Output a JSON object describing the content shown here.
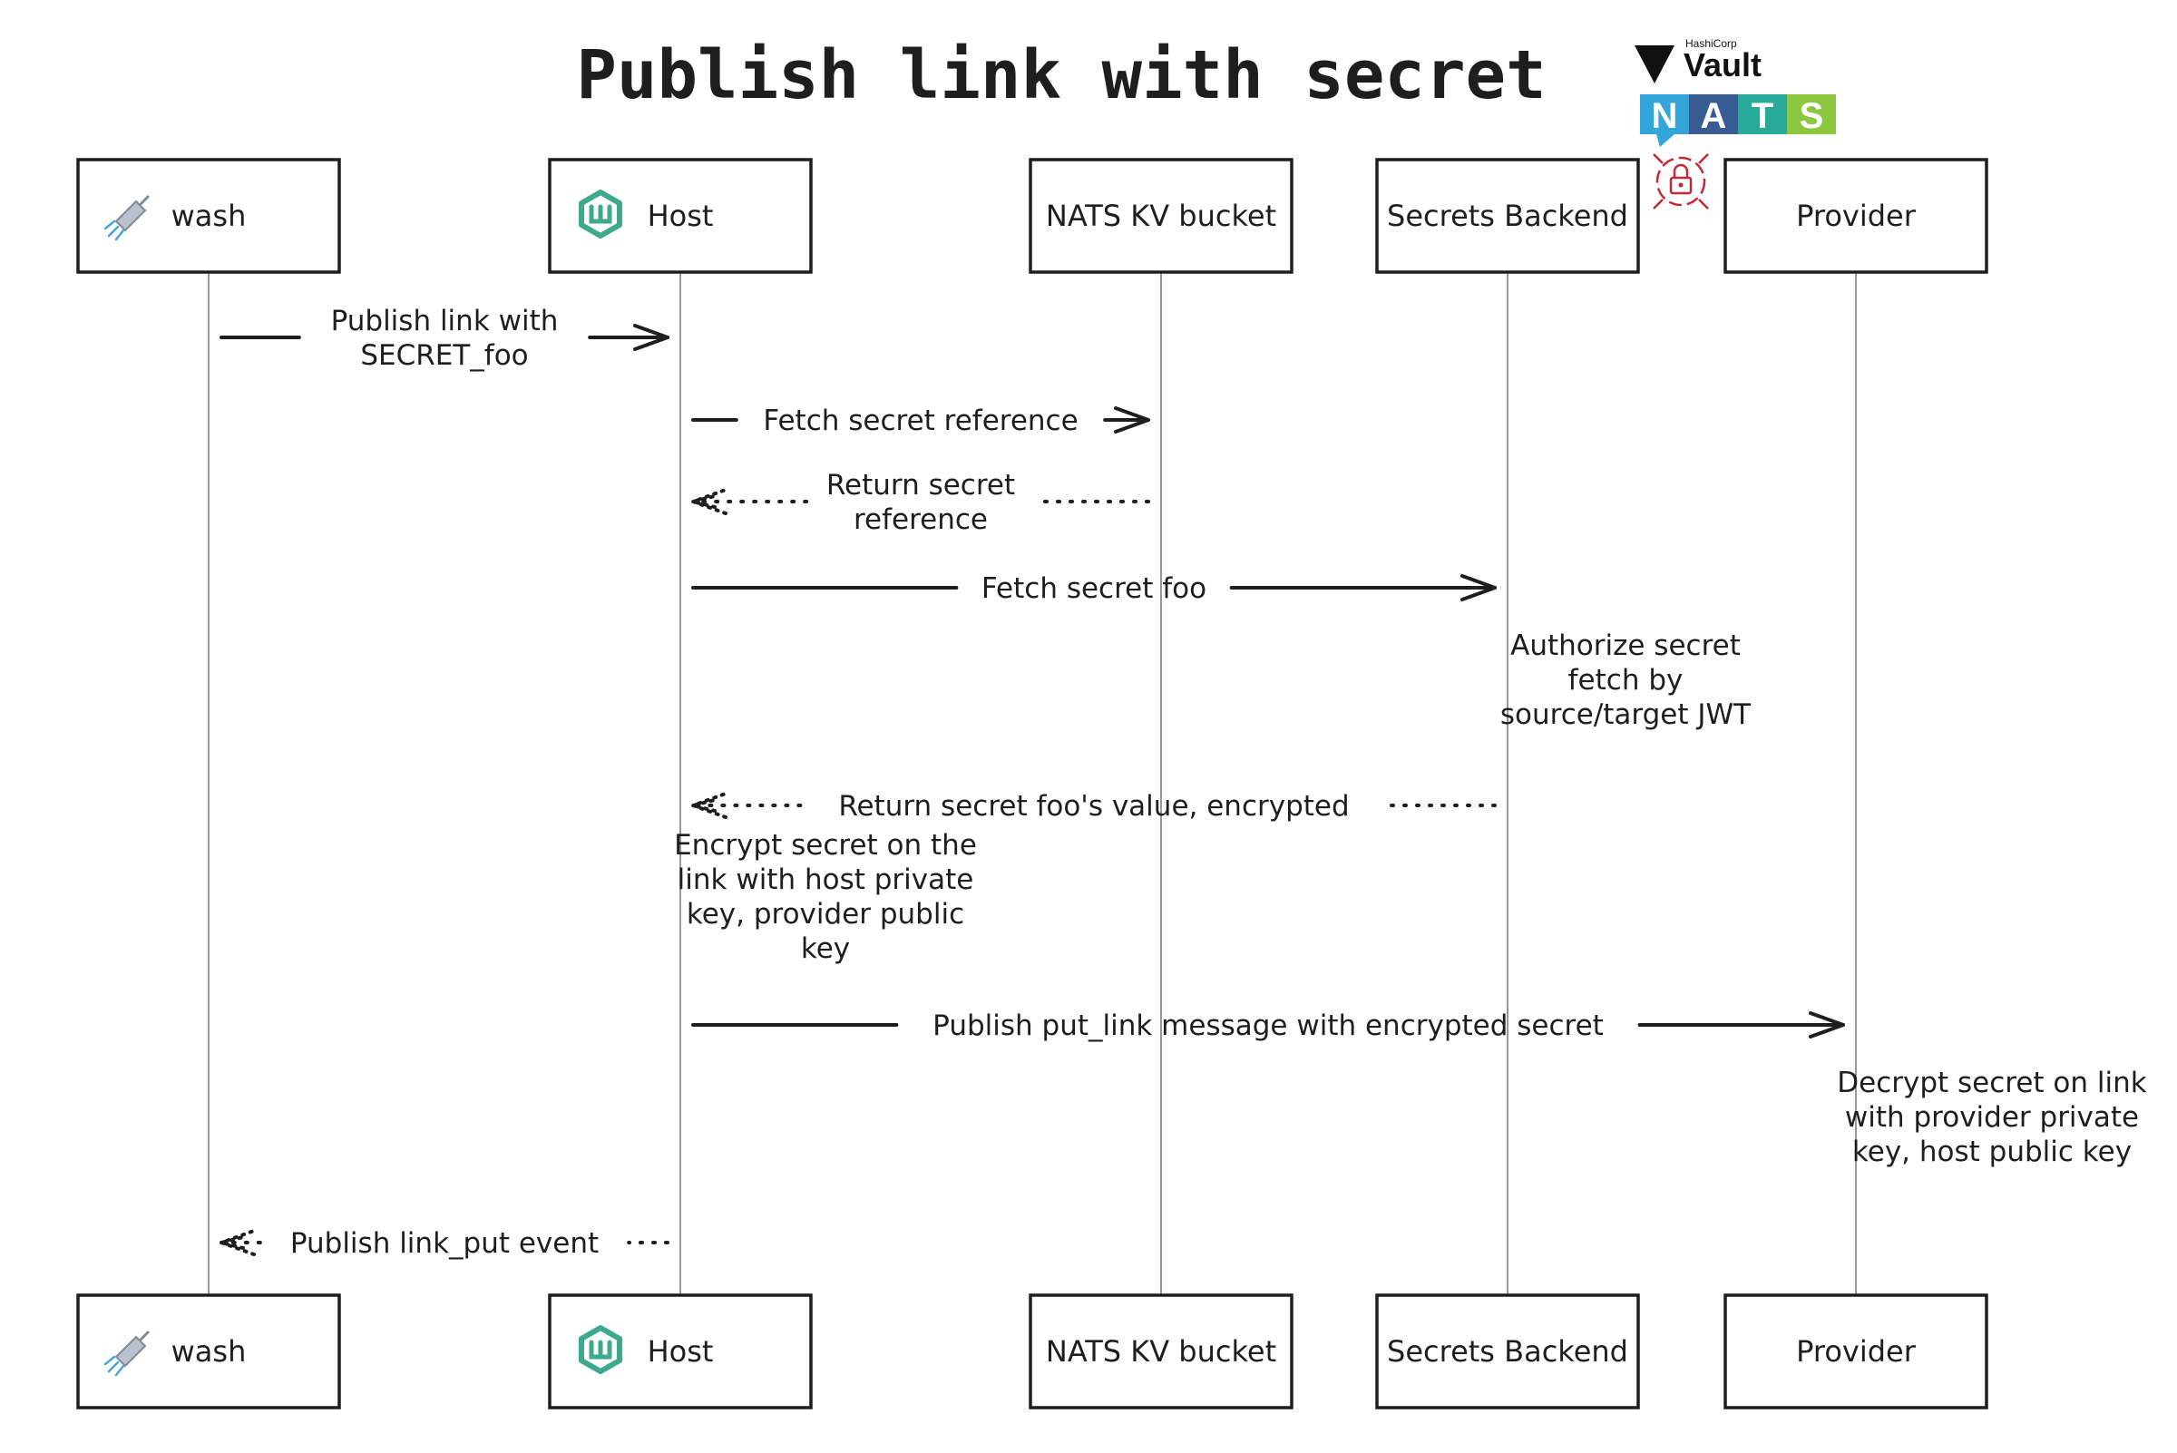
{
  "title": "Publish link with secret",
  "logos": {
    "vault_small": "HashiCorp",
    "vault_big": "Vault",
    "nats": [
      "N",
      "A",
      "T",
      "S"
    ],
    "colors": {
      "nats_blue": "#34a5d8",
      "nats_darkblue": "#375c93",
      "nats_teal": "#27aa99",
      "nats_green": "#8dc63f",
      "host_green": "#3ea98f",
      "lock_red": "#c4283a"
    }
  },
  "actors": [
    {
      "id": "wash",
      "label": "wash",
      "icon": "shower-head-icon"
    },
    {
      "id": "host",
      "label": "Host",
      "icon": "wasmcloud-logo-icon"
    },
    {
      "id": "nats",
      "label": "NATS KV bucket",
      "icon": ""
    },
    {
      "id": "secrets",
      "label": "Secrets Backend",
      "icon": ""
    },
    {
      "id": "provider",
      "label": "Provider",
      "icon": ""
    }
  ],
  "messages": [
    {
      "from": "wash",
      "to": "host",
      "style": "solid",
      "lines": [
        "Publish link with",
        "SECRET_foo"
      ]
    },
    {
      "from": "host",
      "to": "nats",
      "style": "solid",
      "lines": [
        "Fetch secret reference"
      ]
    },
    {
      "from": "nats",
      "to": "host",
      "style": "dotted",
      "lines": [
        "Return secret",
        "reference"
      ]
    },
    {
      "from": "host",
      "to": "secrets",
      "style": "solid",
      "lines": [
        "Fetch secret foo"
      ]
    },
    {
      "from": "secrets",
      "to": "host",
      "style": "dotted",
      "lines": [
        "Return secret foo's value, encrypted"
      ]
    },
    {
      "from": "host",
      "to": "provider",
      "style": "solid",
      "lines": [
        "Publish put_link message with encrypted secret"
      ]
    },
    {
      "from": "host",
      "to": "wash",
      "style": "dotted",
      "lines": [
        "Publish link_put event"
      ]
    }
  ],
  "notes": [
    {
      "at": "secrets",
      "lines": [
        "Authorize secret",
        "fetch by",
        "source/target JWT"
      ]
    },
    {
      "at": "host",
      "lines": [
        "Encrypt secret on the",
        "link with host private",
        "key, provider public",
        "key"
      ]
    },
    {
      "at": "provider",
      "lines": [
        "Decrypt secret on link",
        "with provider private",
        "key, host public key"
      ]
    }
  ]
}
